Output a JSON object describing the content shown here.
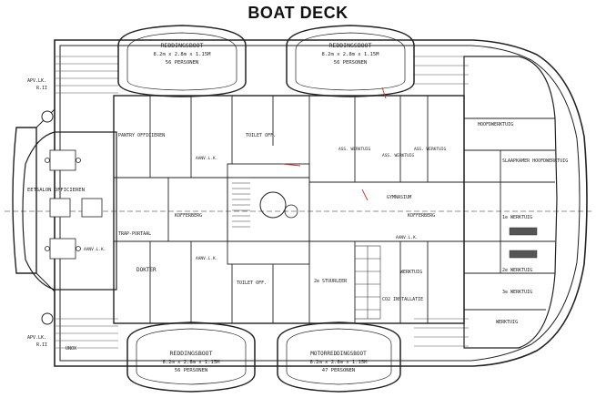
{
  "title": "BOAT DECK",
  "lifeboats": {
    "top_left": {
      "name": "REDDINGSBOOT",
      "dims": "8.2m x 2.8m x 1.15M",
      "capacity": "56 PERSONEN"
    },
    "top_right": {
      "name": "REDDINGSBOOT",
      "dims": "8.2m x 2.8m x 1.15M",
      "capacity": "56 PERSONEN"
    },
    "bottom_left": {
      "name": "REDDINGSBOOT",
      "dims": "8.2m x 2.8m x 1.15M",
      "capacity": "56 PERSONEN"
    },
    "bottom_right": {
      "name": "MOTORREDDINGSBOOT",
      "dims": "8.2m x 2.8m x 1.15M",
      "capacity": "47 PERSONEN"
    }
  },
  "rooms": {
    "eetsalon": "EETSALON OFFICIEREN",
    "pantry": "PANTRY OFFICIEREN",
    "trapportaal": "TRAP-PORTAAL",
    "dokter": "DOKTER",
    "kofferberg": "KOFFERBERG",
    "toilet_top": "TOILET OFF.",
    "toilet_bottom": "TOILET OFF.",
    "hoofdwerktuig": "HOOFDWERKTUIG",
    "slaapkamer": "SLAAPKAMER HOOFDWERKTUIG",
    "werktuig_1": "1e WERKTUIG",
    "werktuig_2": "2e WERKTUIG",
    "werktuig_3": "3e WERKTUIG",
    "werktuig_a": "WERKTUIG",
    "werktuig_b": "WERKTUIG",
    "ass_werktuig_1": "ASS. WERKTUIG",
    "ass_werktuig_2": "ASS. WERKTUIG",
    "ass_werktuig_3": "ASS. WERKTUIG",
    "stuurleer": "2e STUURLEER",
    "co2": "CO2 INSTALLATIE",
    "gymnasium": "GYMNASIUM",
    "kofferbergplaats": "KOFFERBERG",
    "aanvlk_1": "AANV.L.K.",
    "aanvlk_2": "AANV.L.K.",
    "aanvlk_3": "AANV.L.K.",
    "aanvlk_4": "AANV.L.K.",
    "unox": "UNOX"
  },
  "markers": {
    "apv_top": "APV.LK.",
    "apv_top_num": "R.II",
    "apv_bottom": "APV.LK.",
    "apv_bottom_num": "R.II"
  }
}
